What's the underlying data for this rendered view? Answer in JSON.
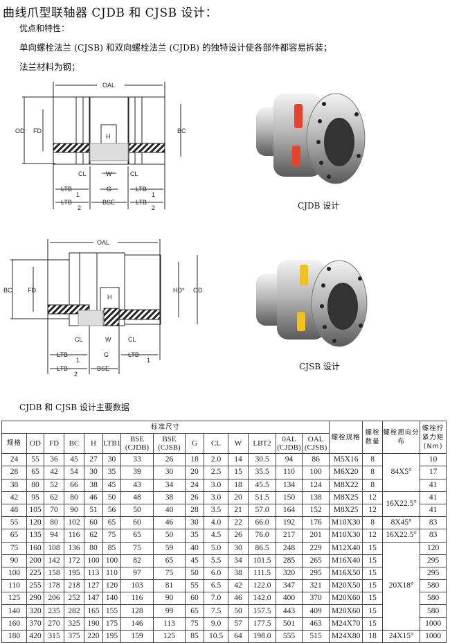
{
  "title": "曲线爪型联轴器 CJDB 和 CJSB 设计：",
  "features_heading": "优点和特性：",
  "feature_lines": [
    "单向螺栓法兰 (CJSB) 和双向螺栓法兰 (CJDB) 的独特设计使各部件都容易拆装；",
    "法兰材料为钢；"
  ],
  "diagram1": {
    "labels": {
      "oal": "OAL",
      "od": "OD",
      "fd": "FD",
      "bc": "BC",
      "h": "H",
      "cl": "CL",
      "w": "W",
      "g": "G",
      "ltb": "LTB",
      "bse": "BSE",
      "sub1": "1",
      "sub2": "2"
    }
  },
  "diagram2": {
    "labels": {
      "oal": "OAL",
      "od": "OD",
      "fd": "FD",
      "bc": "BC",
      "hd": "HD*",
      "h": "H",
      "cl": "CL",
      "w": "W",
      "g": "G",
      "ltb": "LTB",
      "bse": "BSE",
      "sub1": "1",
      "sub2": "2"
    }
  },
  "photo1": {
    "caption": "CJDB 设计",
    "spider_color": "#e8412c"
  },
  "photo2": {
    "caption": "CJSB 设计",
    "spider_color": "#f2c21a"
  },
  "table_caption": "CJDB 和 CJSB 设计主要数据",
  "table": {
    "group_header": "标准尺寸",
    "columns": [
      "规格",
      "OD",
      "FD",
      "BC",
      "H",
      "LTB1",
      "BSE (CJDB)",
      "BSE (CJSB)",
      "G",
      "CL",
      "W",
      "LBT2",
      "0AL (CJDB)",
      "OAL (CJSB)",
      "螺栓规格",
      "螺栓数量",
      "螺栓周向分布",
      "螺栓拧紧力矩 (Nm)"
    ],
    "rows": [
      [
        "24",
        "55",
        "36",
        "45",
        "27",
        "30",
        "33",
        "26",
        "18",
        "2.0",
        "14",
        "30.5",
        "94",
        "86",
        "M5X16",
        "8",
        "10"
      ],
      [
        "28",
        "65",
        "42",
        "54",
        "30",
        "35",
        "39",
        "30",
        "20",
        "2.5",
        "15",
        "35.5",
        "110",
        "100",
        "M6X20",
        "8",
        "17"
      ],
      [
        "38",
        "80",
        "52",
        "66",
        "38",
        "45",
        "43",
        "34",
        "24",
        "3.0",
        "18",
        "45.5",
        "134",
        "124",
        "M8X22",
        "8",
        "41"
      ],
      [
        "42",
        "95",
        "62",
        "80",
        "46",
        "50",
        "48",
        "38",
        "26",
        "3.0",
        "20",
        "51.5",
        "150",
        "138",
        "M8X25",
        "12",
        "41"
      ],
      [
        "48",
        "105",
        "70",
        "90",
        "51",
        "56",
        "50",
        "40",
        "28",
        "3.5",
        "21",
        "57.0",
        "164",
        "152",
        "M8X25",
        "12",
        "41"
      ],
      [
        "55",
        "120",
        "80",
        "102",
        "60",
        "65",
        "60",
        "46",
        "30",
        "4.0",
        "22",
        "66.0",
        "192",
        "176",
        "M10X30",
        "8",
        "83"
      ],
      [
        "65",
        "135",
        "94",
        "116",
        "62",
        "75",
        "65",
        "50",
        "35",
        "4.5",
        "26",
        "76.0",
        "217",
        "201",
        "M10X30",
        "12",
        "83"
      ],
      [
        "75",
        "160",
        "108",
        "136",
        "80",
        "85",
        "75",
        "59",
        "40",
        "5.0",
        "30",
        "86.5",
        "248",
        "229",
        "M12X40",
        "15",
        "120"
      ],
      [
        "90",
        "200",
        "142",
        "172",
        "100",
        "100",
        "82",
        "65",
        "45",
        "5.5",
        "34",
        "101.5",
        "285",
        "265",
        "M16X40",
        "15",
        "295"
      ],
      [
        "100",
        "225",
        "158",
        "195",
        "113",
        "110",
        "97",
        "75",
        "50",
        "6.0",
        "38",
        "111.5",
        "320",
        "295",
        "M16X50",
        "15",
        "295"
      ],
      [
        "110",
        "255",
        "178",
        "218",
        "127",
        "120",
        "103",
        "81",
        "55",
        "6.5",
        "42",
        "122.0",
        "347",
        "321",
        "M20X50",
        "15",
        "580"
      ],
      [
        "125",
        "290",
        "206",
        "252",
        "147",
        "140",
        "116",
        "90",
        "60",
        "7.0",
        "46",
        "142.0",
        "400",
        "370",
        "M20X60",
        "15",
        "580"
      ],
      [
        "140",
        "320",
        "235",
        "282",
        "165",
        "155",
        "128",
        "99",
        "65",
        "7.5",
        "50",
        "157.5",
        "443",
        "409",
        "M20X60",
        "15",
        "580"
      ],
      [
        "160",
        "370",
        "270",
        "325",
        "190",
        "175",
        "146",
        "113",
        "75",
        "9.0",
        "57",
        "177.5",
        "501",
        "463",
        "M24X70",
        "15",
        "1000"
      ],
      [
        "180",
        "420",
        "315",
        "375",
        "220",
        "195",
        "159",
        "125",
        "85",
        "10.5",
        "64",
        "198.0",
        "555",
        "515",
        "M24X80",
        "18",
        "1000"
      ]
    ],
    "bolt_distribution": [
      {
        "value": "84X5°",
        "start": 0,
        "span": 3
      },
      {
        "value": "16X22.5°",
        "start": 3,
        "span": 2
      },
      {
        "value": "8X45°",
        "start": 5,
        "span": 1
      },
      {
        "value": "16X22.5°",
        "start": 6,
        "span": 1
      },
      {
        "value": "20X18°",
        "start": 7,
        "span": 7
      },
      {
        "value": "24X15°",
        "start": 14,
        "span": 1
      }
    ]
  }
}
